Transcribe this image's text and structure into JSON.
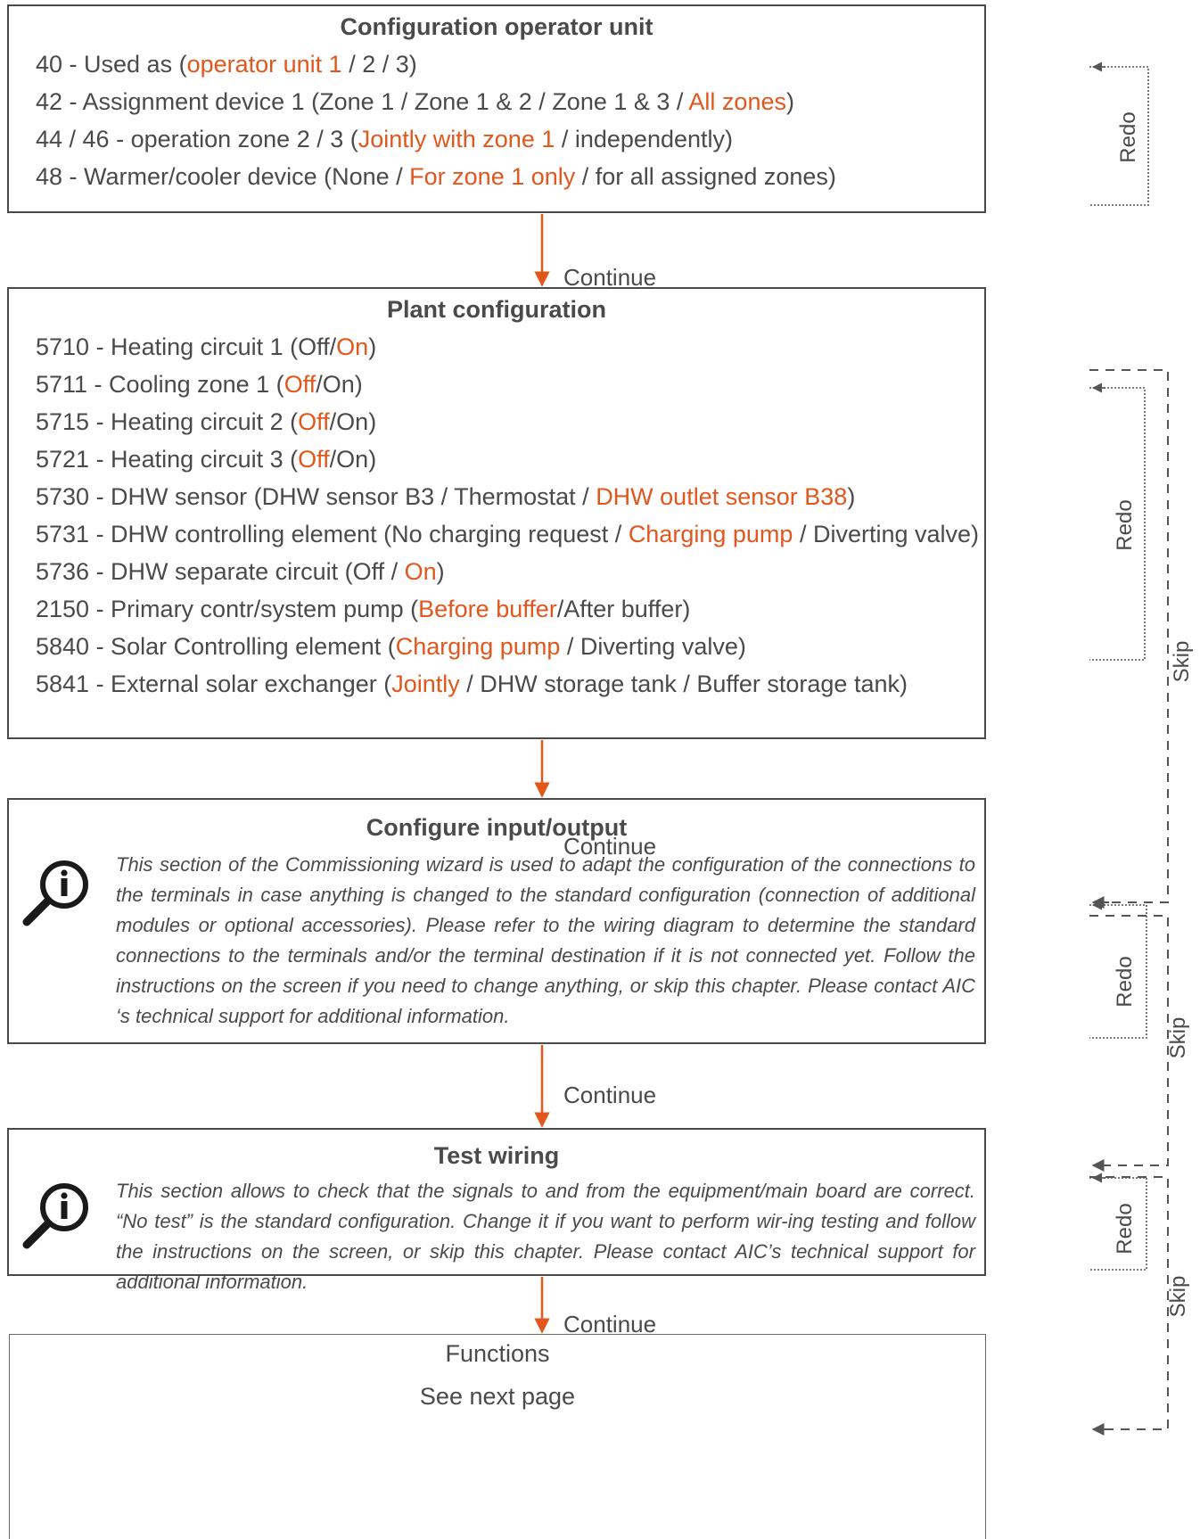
{
  "config_operator": {
    "title": "Configuration operator unit",
    "lines": [
      [
        {
          "t": "40 - Used as (",
          "h": false
        },
        {
          "t": "operator unit 1",
          "h": true
        },
        {
          "t": " / 2 / 3)",
          "h": false
        }
      ],
      [
        {
          "t": "42 - Assignment device 1 (Zone 1 / Zone 1 & 2 / Zone 1 & 3 / ",
          "h": false
        },
        {
          "t": "All zones",
          "h": true
        },
        {
          "t": ")",
          "h": false
        }
      ],
      [
        {
          "t": "44 / 46 - operation zone 2 / 3 (",
          "h": false
        },
        {
          "t": "Jointly with zone 1",
          "h": true
        },
        {
          "t": " / independently)",
          "h": false
        }
      ],
      [
        {
          "t": "48 - Warmer/cooler device (None / ",
          "h": false
        },
        {
          "t": "For zone 1 only",
          "h": true
        },
        {
          "t": " / for all assigned zones)",
          "h": false
        }
      ]
    ]
  },
  "plant_config": {
    "title": "Plant configuration",
    "lines": [
      [
        {
          "t": "5710 - Heating circuit 1 (Off/",
          "h": false
        },
        {
          "t": "On",
          "h": true
        },
        {
          "t": ")",
          "h": false
        }
      ],
      [
        {
          "t": "5711 - Cooling zone 1 (",
          "h": false
        },
        {
          "t": "Off",
          "h": true
        },
        {
          "t": "/On)",
          "h": false
        }
      ],
      [
        {
          "t": "5715 - Heating circuit 2 (",
          "h": false
        },
        {
          "t": "Off",
          "h": true
        },
        {
          "t": "/On)",
          "h": false
        }
      ],
      [
        {
          "t": "5721 - Heating circuit 3 (",
          "h": false
        },
        {
          "t": "Off",
          "h": true
        },
        {
          "t": "/On)",
          "h": false
        }
      ],
      [
        {
          "t": "5730 - DHW sensor (DHW sensor B3 / Thermostat / ",
          "h": false
        },
        {
          "t": "DHW outlet sensor B38",
          "h": true
        },
        {
          "t": ")",
          "h": false
        }
      ],
      [
        {
          "t": "5731 - DHW controlling element (No charging request / ",
          "h": false
        },
        {
          "t": "Charging pump",
          "h": true
        },
        {
          "t": " / Diverting valve)",
          "h": false
        }
      ],
      [
        {
          "t": "5736 - DHW separate circuit (Off / ",
          "h": false
        },
        {
          "t": "On",
          "h": true
        },
        {
          "t": ")",
          "h": false
        }
      ],
      [
        {
          "t": "2150 - Primary contr/system pump (",
          "h": false
        },
        {
          "t": "Before buffer",
          "h": true
        },
        {
          "t": "/After buffer)",
          "h": false
        }
      ],
      [
        {
          "t": "5840 - Solar Controlling element (",
          "h": false
        },
        {
          "t": "Charging pump",
          "h": true
        },
        {
          "t": " / Diverting valve)",
          "h": false
        }
      ],
      [
        {
          "t": "5841 - External solar exchanger (",
          "h": false
        },
        {
          "t": "Jointly",
          "h": true
        },
        {
          "t": " / DHW storage tank / Buffer storage tank)",
          "h": false
        }
      ]
    ]
  },
  "configure_io": {
    "title": "Configure input/output",
    "text": "This section of the Commissioning wizard is used to adapt the configuration of the  connections to the terminals in case anything is changed to the standard configuration (connection of additional modules or optional accessories). Please refer to the wiring diagram to determine the standard connections to the terminals and/or the terminal destination if it is not connected yet. Follow the instructions on the screen if you need to change anything, or skip this chapter. Please contact AIC ‘s technical support for additional information.",
    "icon": "info-magnifier-icon"
  },
  "test_wiring": {
    "title": "Test wiring",
    "text": "This section allows to check that the signals to and from the equipment/main board are correct. “No test” is the standard configuration. Change it if you want to perform wir-ing testing and follow the instructions on the screen, or skip this chapter. Please contact AIC’s technical support for additional information.",
    "icon": "info-magnifier-icon"
  },
  "functions": {
    "title": "Functions",
    "subtitle": "See next page"
  },
  "labels": {
    "continue": "Continue",
    "redo": "Redo",
    "skip": "Skip"
  },
  "colors": {
    "text": "#4a4a4a",
    "accent": "#e3561c"
  }
}
